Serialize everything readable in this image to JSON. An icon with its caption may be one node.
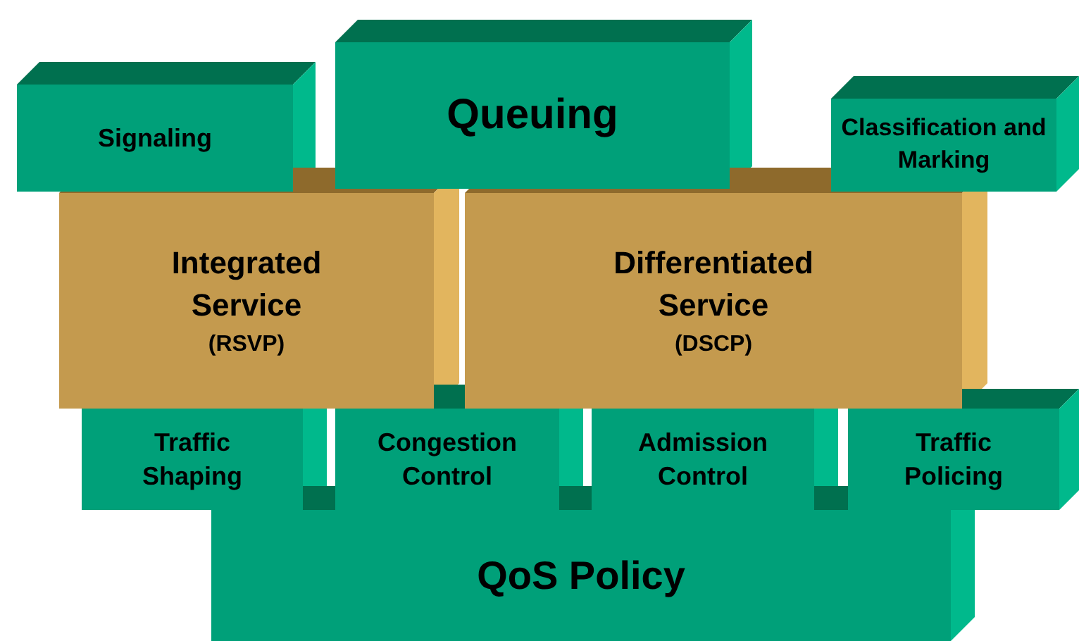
{
  "diagram": {
    "nodes": [
      {
        "text": [
          "Signaling"
        ]
      },
      {
        "text": [
          "Queuing"
        ]
      },
      {
        "text": [
          "Classification and Marking"
        ]
      },
      {
        "text": [
          "Integrated Service",
          "(RSVP)"
        ]
      },
      {
        "text": [
          "Differentiated Service",
          "(DSCP)"
        ]
      },
      {
        "text": [
          "Traffic Shaping"
        ]
      },
      {
        "text": [
          "Congestion Control"
        ]
      },
      {
        "text": [
          "Admission Control"
        ]
      },
      {
        "text": [
          "Traffic Policing"
        ]
      },
      {
        "text": [
          "QoS Policy"
        ]
      }
    ]
  }
}
